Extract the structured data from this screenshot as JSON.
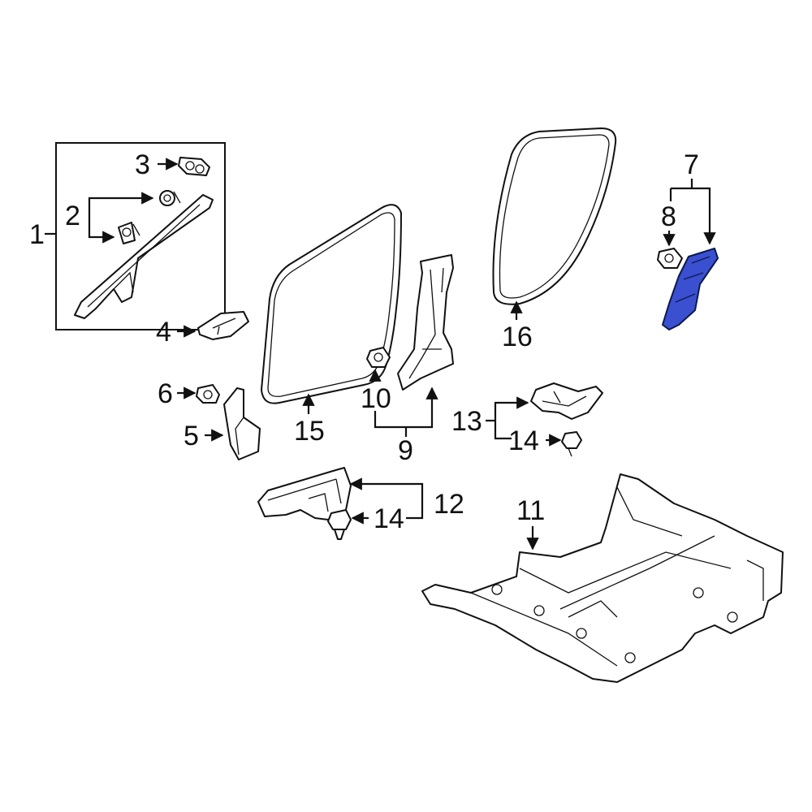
{
  "diagram": {
    "highlight_color": "#3b4fd1",
    "line_color": "#111111",
    "background": "#ffffff",
    "highlighted_part": "7",
    "callouts": {
      "c1": "1",
      "c2": "2",
      "c3": "3",
      "c4": "4",
      "c5": "5",
      "c6": "6",
      "c7": "7",
      "c8": "8",
      "c9": "9",
      "c10": "10",
      "c11": "11",
      "c12": "12",
      "c13": "13",
      "c14a": "14",
      "c14b": "14",
      "c15": "15",
      "c16": "16"
    }
  }
}
